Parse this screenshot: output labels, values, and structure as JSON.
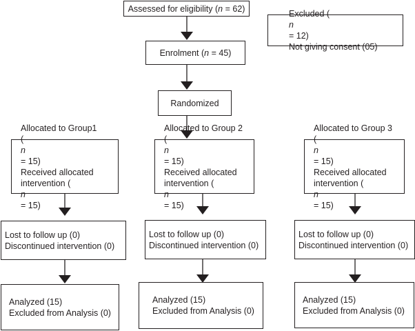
{
  "assessed": {
    "prefix": "Assessed for eligibility (",
    "n": "n",
    "suffix": " = 62)"
  },
  "excluded": {
    "line1_prefix": "Excluded (",
    "line1_n": "n",
    "line1_suffix": " = 12)",
    "line2": "Not giving consent (05)"
  },
  "enrolment": {
    "prefix": "Enrolment (",
    "n": "n",
    "suffix": " = 45)"
  },
  "randomized": "Randomized",
  "groups": [
    {
      "allocated": "Allocated to Group1",
      "n_line_prefix": "(",
      "n_line_n": "n",
      "n_line_suffix": " = 15)",
      "received": "Received allocated",
      "intervention_prefix": "intervention (",
      "intervention_n": "n",
      "intervention_suffix": " = 15)",
      "lost": "Lost to follow up (0)",
      "discontinued": "Discontinued intervention (0)",
      "analyzed": "Analyzed (15)",
      "excluded_analysis": "Excluded from Analysis (0)"
    },
    {
      "allocated": "Allocated to Group 2",
      "n_line_prefix": "(",
      "n_line_n": "n",
      "n_line_suffix": " = 15)",
      "received": "Received allocated",
      "intervention_prefix": "intervention (",
      "intervention_n": "n",
      "intervention_suffix": " = 15)",
      "lost": "Lost to follow up (0)",
      "discontinued": "Discontinued intervention (0)",
      "analyzed": "Analyzed (15)",
      "excluded_analysis": "Excluded from Analysis (0)"
    },
    {
      "allocated": "Allocated to Group 3",
      "n_line_prefix": "(",
      "n_line_n": "n",
      "n_line_suffix": " = 15)",
      "received": "Received allocated",
      "intervention_prefix": "intervention (",
      "intervention_n": "n",
      "intervention_suffix": " = 15)",
      "lost": "Lost to follow up (0)",
      "discontinued": "Discontinued intervention (0)",
      "analyzed": "Analyzed (15)",
      "excluded_analysis": "Excluded from Analysis (0)"
    }
  ]
}
